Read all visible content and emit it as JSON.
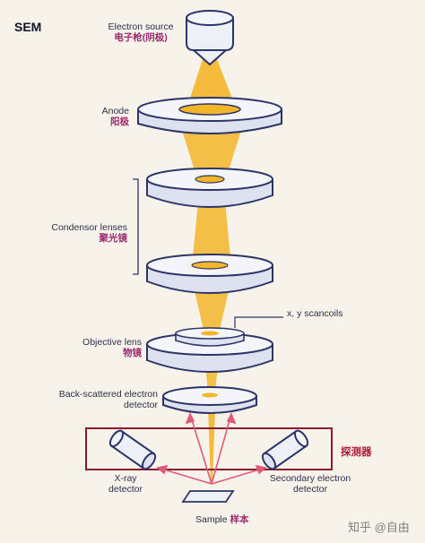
{
  "title": "SEM",
  "labels": {
    "electron_source": "Electron source",
    "electron_source_cn": "电子枪(阴极)",
    "anode": "Anode",
    "anode_cn": "阳极",
    "condensor": "Condensor lenses",
    "condensor_cn": "聚光镜",
    "scancoils": "x, y scancoils",
    "objective": "Objective lens",
    "objective_cn": "物镜",
    "backscatter": "Back-scattered electron detector",
    "detector_cn": "探测器",
    "xray": "X-ray detector",
    "secondary": "Secondary electron detector",
    "sample": "Sample",
    "sample_cn": "样本"
  },
  "watermark": "知乎 @自由",
  "colors": {
    "beam": "#f3b52a",
    "lens_face": "#eef0f8",
    "lens_edge": "#2d3566",
    "detector_box": "#8b1a2c",
    "ray": "#e05a7a"
  }
}
